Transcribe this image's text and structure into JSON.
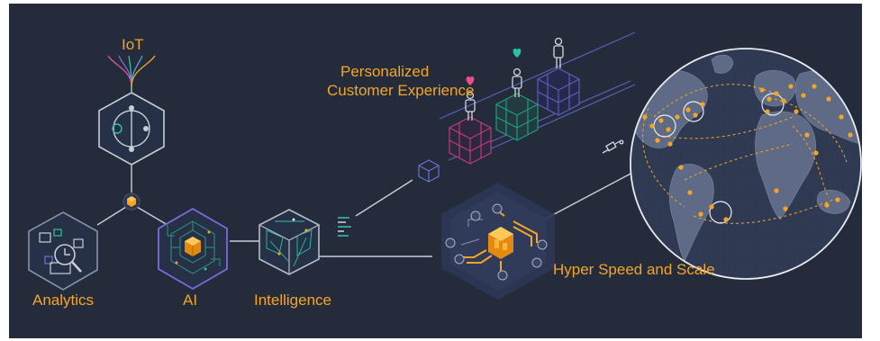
{
  "labels": {
    "iot": "IoT",
    "analytics": "Analytics",
    "ai": "AI",
    "intelligence": "Intelligence",
    "personalized_line1": "Personalized",
    "personalized_line2": "Customer Experience",
    "hyper_speed": "Hyper Speed and Scale"
  },
  "colors": {
    "background": "#242c3c",
    "accent_orange": "#f5a524",
    "heart_pink": "#e8508a",
    "heart_green": "#2cc4a0",
    "cube_pink": "#c0397a",
    "cube_green": "#1f9c82",
    "cube_purple": "#5a5fb8",
    "line_gray": "#c9cdd4",
    "globe_land": "#5e6a86",
    "globe_ocean": "#2f3a52"
  },
  "icons": [
    "iot-hexagon-icon",
    "analytics-hexagon-icon",
    "ai-hexagon-icon",
    "intelligence-cube-icon",
    "customer-figure-icon",
    "heart-icon",
    "hyper-speed-hexagon-icon",
    "world-globe-icon",
    "satellite-icon"
  ]
}
